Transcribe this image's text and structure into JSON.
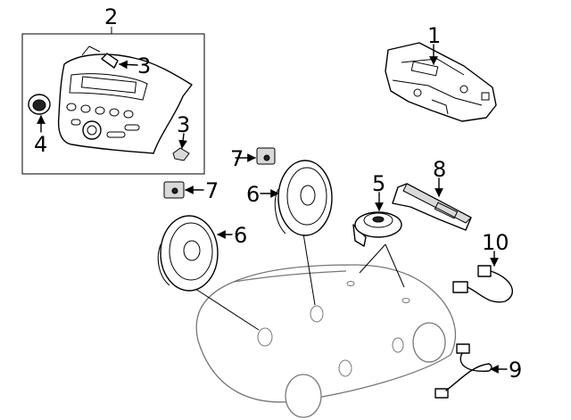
{
  "callouts": [
    {
      "id": "1",
      "label": "1"
    },
    {
      "id": "2",
      "label": "2"
    },
    {
      "id": "3a",
      "label": "3"
    },
    {
      "id": "3b",
      "label": "3"
    },
    {
      "id": "4",
      "label": "4"
    },
    {
      "id": "5",
      "label": "5"
    },
    {
      "id": "6a",
      "label": "6"
    },
    {
      "id": "6b",
      "label": "6"
    },
    {
      "id": "7a",
      "label": "7"
    },
    {
      "id": "7b",
      "label": "7"
    },
    {
      "id": "8",
      "label": "8"
    },
    {
      "id": "9",
      "label": "9"
    },
    {
      "id": "10",
      "label": "10"
    }
  ]
}
